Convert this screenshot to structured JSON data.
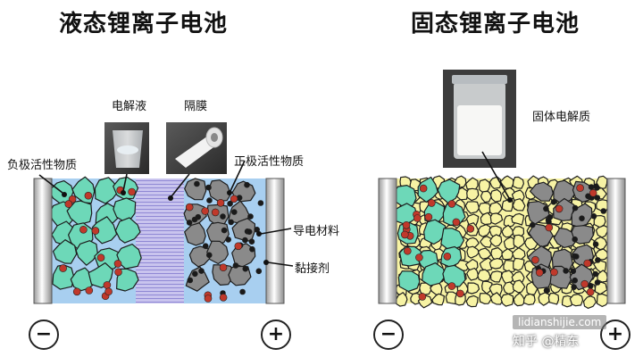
{
  "left_panel": {
    "title": "液态锂离子电池",
    "labels": {
      "electrolyte": "电解液",
      "separator": "隔膜",
      "anode_material": "负极活性物质",
      "cathode_material": "正极活性物质",
      "conductive_material": "导电材料",
      "binder": "黏接剂"
    },
    "negative_sign": "−",
    "positive_sign": "+"
  },
  "right_panel": {
    "title": "固态锂离子电池",
    "labels": {
      "solid_electrolyte": "固体电解质"
    },
    "negative_sign": "−",
    "positive_sign": "+"
  },
  "watermark": {
    "text": "知乎 @精东",
    "site": "lidianshijie.com"
  },
  "colors": {
    "anode_particle": "#6dd8b8",
    "cathode_particle": "#8a8a8a",
    "liquid_electrolyte": "#a8cff0",
    "separator": "#b9b4e6",
    "solid_electrolyte": "#f7f3a4",
    "red_dot": "#c0392b",
    "black_dot": "#1a1a1a"
  }
}
